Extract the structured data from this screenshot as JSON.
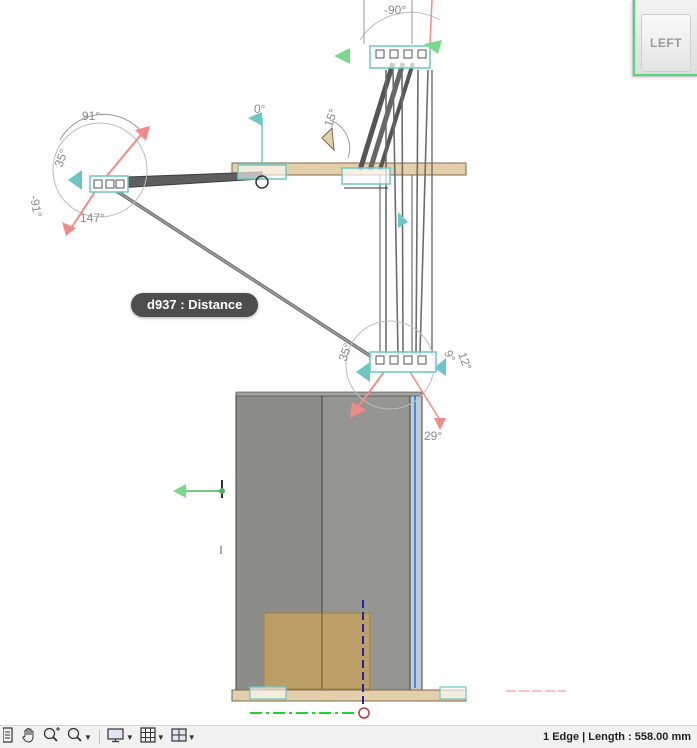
{
  "viewcube": {
    "face_label": "LEFT"
  },
  "tooltip": {
    "text": "d937 : Distance"
  },
  "angles": {
    "a_91": "91°",
    "a_35_left": "35°",
    "a_91_neg": "-91°",
    "a_147": "147°",
    "a_0": "0°",
    "a_15": "15°",
    "a_35_mid": "35°",
    "a_9": "9°",
    "a_12": "12°",
    "a_29": "29°",
    "a_90_top": "-90°"
  },
  "toolbar": {
    "icons": [
      "sheet-icon",
      "hand-pan-icon",
      "zoom-icon",
      "zoom-window-icon",
      "display-icon",
      "grid-icon",
      "viewports-icon"
    ]
  },
  "status": {
    "selection": "1 Edge | Length : 558.00 mm"
  },
  "colors": {
    "board": "#e3cfa9",
    "cabinet": "#8f8f8c",
    "gizmo_teal": "#6cc7c4",
    "gizmo_red": "#f28a8a",
    "gizmo_green": "#7ed88a",
    "axis_blue": "#1b2a9c"
  }
}
